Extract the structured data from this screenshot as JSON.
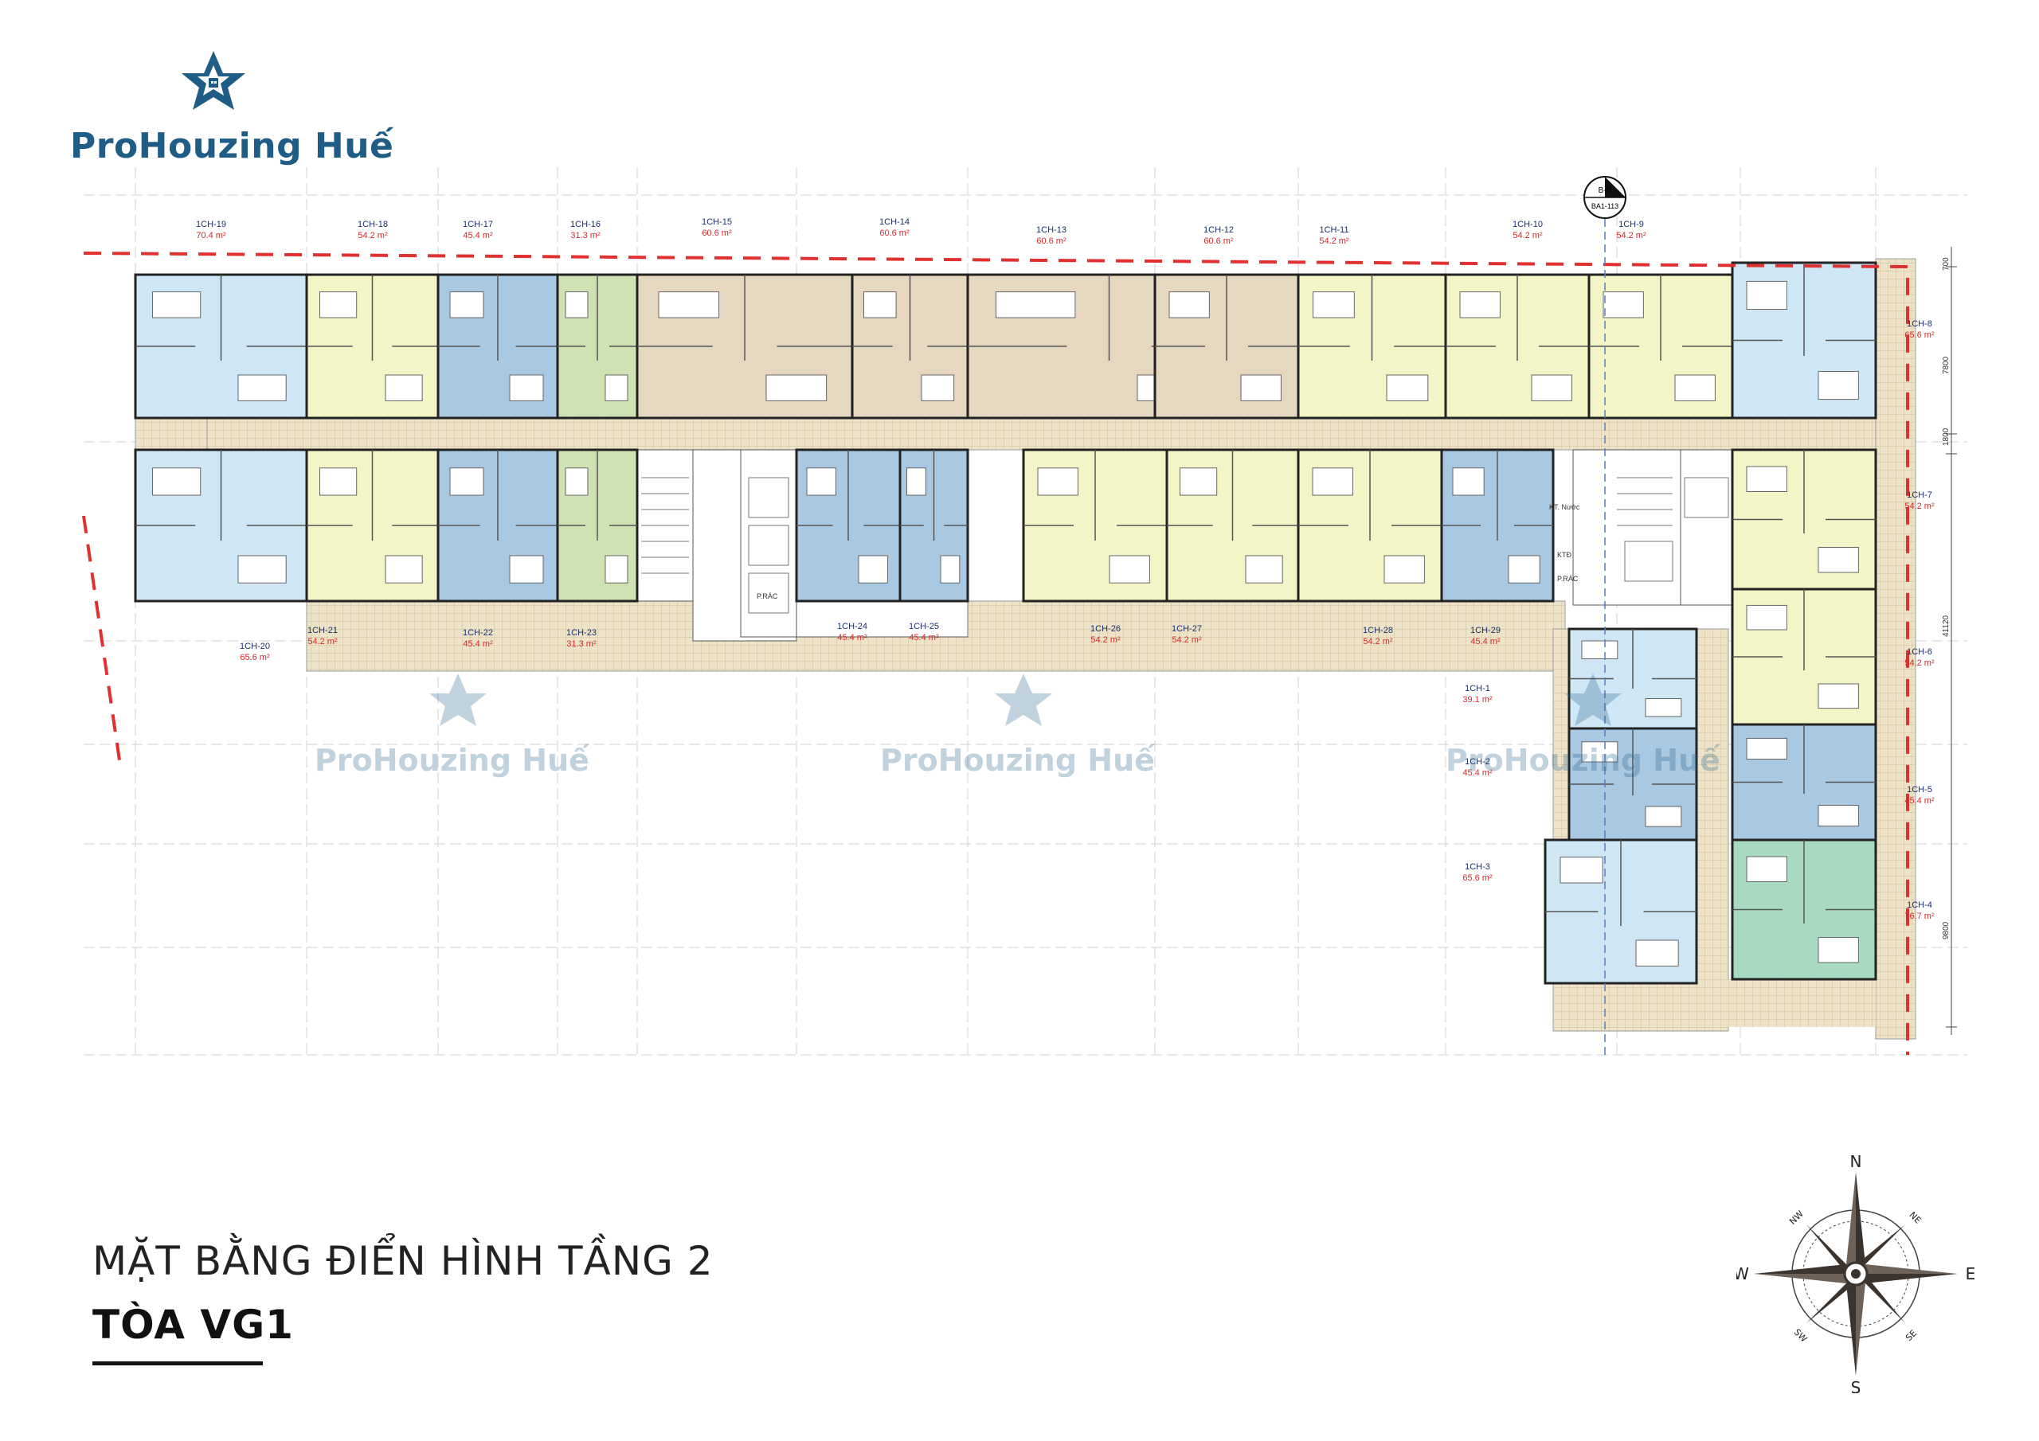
{
  "brand": {
    "name": "ProHouzing Huế",
    "logo_icon": "star-house-logo-icon"
  },
  "title": "MẶT BẰNG ĐIỂN HÌNH TẦNG 2",
  "subtitle": "TÒA VG1",
  "watermark": "ProHouzing Huế",
  "section_tag": {
    "top": "B-B",
    "bottom": "BA1-113"
  },
  "room_labels": {
    "trash": "P.RÁC",
    "water": "KT. Nước",
    "ktd": "KTĐ"
  },
  "dimensions": {
    "d1": "700",
    "d2": "7800",
    "d3": "1800",
    "d4": "41120",
    "d5": "9800"
  },
  "compass": {
    "n": "N",
    "s": "S",
    "e": "E",
    "w": "W",
    "ne": "NE",
    "nw": "NW",
    "se": "SE",
    "sw": "SW"
  },
  "colors": {
    "blue": "#cfe6f5",
    "yellow": "#f3f5c6",
    "steel": "#a9c8e2",
    "green": "#cfe2b4",
    "tan": "#e6d7c1",
    "mint": "#a8dac2",
    "red": "#e03030",
    "brand": "#1f5d86"
  },
  "units": [
    {
      "code": "1CH-19",
      "area": "70.4 m²",
      "color": "blue"
    },
    {
      "code": "1CH-18",
      "area": "54.2 m²",
      "color": "yellow"
    },
    {
      "code": "1CH-17",
      "area": "45.4 m²",
      "color": "steel"
    },
    {
      "code": "1CH-16",
      "area": "31.3 m²",
      "color": "green"
    },
    {
      "code": "1CH-15",
      "area": "60.6 m²",
      "color": "tan"
    },
    {
      "code": "1CH-14",
      "area": "60.6 m²",
      "color": "tan"
    },
    {
      "code": "1CH-13",
      "area": "60.6 m²",
      "color": "tan"
    },
    {
      "code": "1CH-12",
      "area": "60.6 m²",
      "color": "tan"
    },
    {
      "code": "1CH-11",
      "area": "54.2 m²",
      "color": "yellow"
    },
    {
      "code": "1CH-10",
      "area": "54.2 m²",
      "color": "yellow"
    },
    {
      "code": "1CH-9",
      "area": "54.2 m²",
      "color": "yellow"
    },
    {
      "code": "1CH-8",
      "area": "65.6 m²",
      "color": "blue"
    },
    {
      "code": "1CH-20",
      "area": "65.6 m²",
      "color": "blue"
    },
    {
      "code": "1CH-21",
      "area": "54.2 m²",
      "color": "yellow"
    },
    {
      "code": "1CH-22",
      "area": "45.4 m²",
      "color": "steel"
    },
    {
      "code": "1CH-23",
      "area": "31.3 m²",
      "color": "green"
    },
    {
      "code": "1CH-24",
      "area": "45.4 m²",
      "color": "steel"
    },
    {
      "code": "1CH-25",
      "area": "45.4 m²",
      "color": "steel"
    },
    {
      "code": "1CH-26",
      "area": "54.2 m²",
      "color": "yellow"
    },
    {
      "code": "1CH-27",
      "area": "54.2 m²",
      "color": "yellow"
    },
    {
      "code": "1CH-28",
      "area": "54.2 m²",
      "color": "yellow"
    },
    {
      "code": "1CH-29",
      "area": "45.4 m²",
      "color": "steel"
    },
    {
      "code": "1CH-7",
      "area": "54.2 m²",
      "color": "yellow"
    },
    {
      "code": "1CH-6",
      "area": "54.2 m²",
      "color": "yellow"
    },
    {
      "code": "1CH-5",
      "area": "45.4 m²",
      "color": "steel"
    },
    {
      "code": "1CH-4",
      "area": "76.7 m²",
      "color": "mint"
    },
    {
      "code": "1CH-1",
      "area": "39.1 m²",
      "color": "blue"
    },
    {
      "code": "1CH-2",
      "area": "45.4 m²",
      "color": "steel"
    },
    {
      "code": "1CH-3",
      "area": "65.6 m²",
      "color": "blue"
    }
  ]
}
